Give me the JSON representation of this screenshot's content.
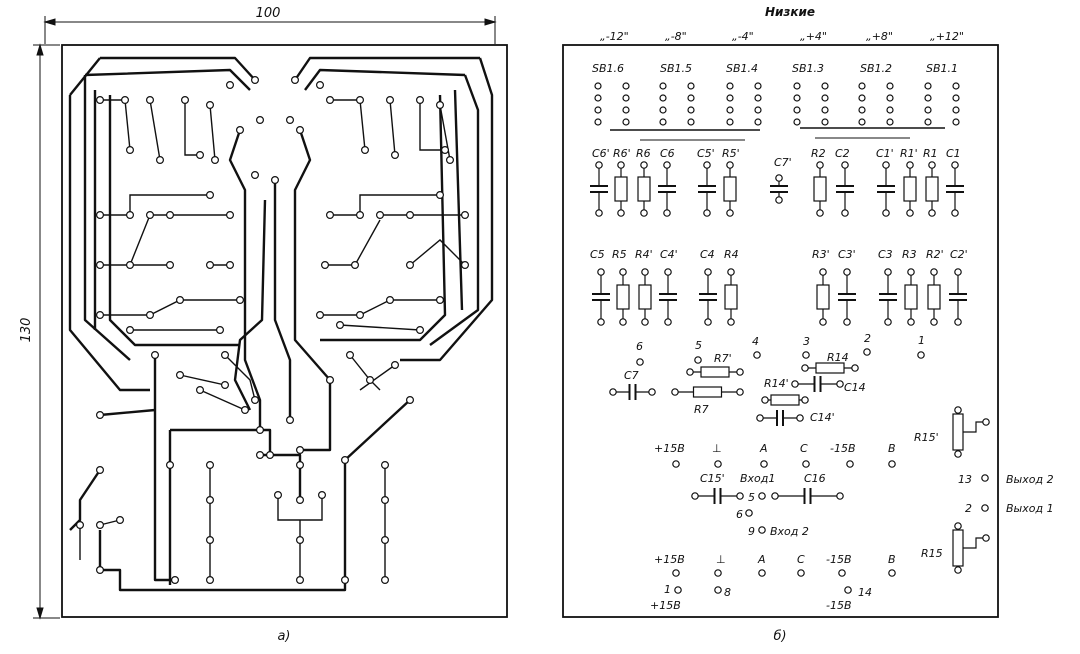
{
  "figure": {
    "panel_a": {
      "caption": "а)",
      "width_dim": "100",
      "height_dim": "130"
    },
    "panel_b": {
      "caption": "б)",
      "header": "Низкие",
      "ranges": [
        "„-12\"",
        "„-8\"",
        "„-4\"",
        "„+4\"",
        "„+8\"",
        "„+12\""
      ],
      "switches": [
        "SB1.6",
        "SB1.5",
        "SB1.4",
        "SB1.3",
        "SB1.2",
        "SB1.1"
      ],
      "row1": [
        "C6'",
        "R6'",
        "R6",
        "C6",
        "C5'",
        "R5'",
        "C7'",
        "R2",
        "C2",
        "C1'",
        "R1'",
        "R1",
        "C1"
      ],
      "row2": [
        "C5",
        "R5",
        "R4'",
        "C4'",
        "C4",
        "R4",
        "R3'",
        "C3'",
        "C3",
        "R3",
        "R2'",
        "C2'"
      ],
      "numbers": [
        "6",
        "5",
        "4",
        "3",
        "2",
        "1"
      ],
      "mid": [
        "C7",
        "R7'",
        "R7",
        "R14",
        "R14'",
        "C14",
        "C14'",
        "R15'",
        "R15"
      ],
      "terminals1": [
        "+15В",
        "⊥",
        "A",
        "C",
        "-15В",
        "B"
      ],
      "terminals2": [
        "+15В",
        "⊥",
        "A",
        "C",
        "-15В",
        "B"
      ],
      "inputs": [
        "C15'",
        "Вход1",
        "C16",
        "5",
        "6",
        "9",
        "Вход 2"
      ],
      "outputs": [
        "13",
        "Выход 2",
        "2",
        "Выход 1"
      ],
      "bottom": [
        "1",
        "+15В",
        "8",
        "14",
        "-15В"
      ]
    }
  }
}
